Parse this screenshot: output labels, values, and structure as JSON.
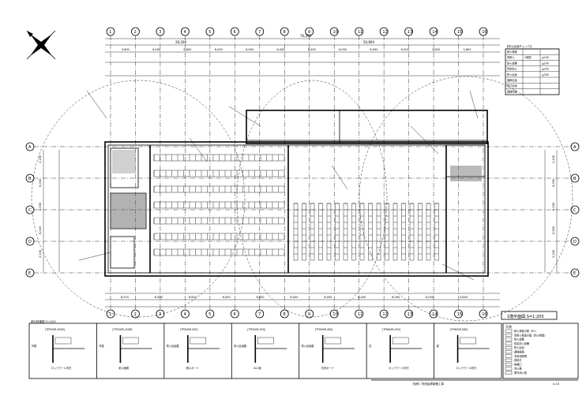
{
  "drawing": {
    "scale_label": "1階平面図 S=1:200",
    "overall_dimension": "76,200",
    "half_dimension_left": "28,200",
    "half_dimension_right": "50,800",
    "grid_labels_top": [
      "1",
      "2",
      "3",
      "4",
      "5",
      "6",
      "7",
      "8",
      "9",
      "10",
      "11",
      "12",
      "13",
      "14",
      "15",
      "16"
    ],
    "grid_labels_side": [
      "A",
      "B",
      "C",
      "D",
      "E"
    ],
    "top_dims": [
      "3,600",
      "6,000",
      "6,800",
      "6,000",
      "6,000",
      "6,000",
      "6,000",
      "6,000",
      "6,000",
      "6,000",
      "4,800",
      "3,600"
    ],
    "bottom_dims": [
      "6,570",
      "6,500",
      "6,000",
      "6,000",
      "6,000",
      "6,000",
      "6,000",
      "6,000",
      "6,000",
      "6,000",
      "5,640"
    ],
    "side_dims": [
      "2,100",
      "6,000",
      "6,000",
      "6,000",
      "2,100"
    ],
    "north_arrow": "north-arrow-icon"
  },
  "legend": {
    "title": "凡例",
    "rows": [
      "耐火構造の壁（RC）",
      "準耐火構造の壁（防火構造）",
      "防火設備",
      "特定防火設備",
      "防火区画",
      "避難経路",
      "非常用照明",
      "誘導灯",
      "排煙口",
      "消火器",
      "屋内消火栓"
    ]
  },
  "key_table": {
    "title": "【防火区画チェック】",
    "rows": [
      [
        "耐火構造",
        "",
        ""
      ],
      [
        "準耐火",
        "1時間",
        "≧100"
      ],
      [
        "防火設備",
        "",
        "≧200"
      ],
      [
        "特定防火",
        "",
        "≧200"
      ],
      [
        "防火区画",
        "",
        "≧300"
      ],
      [
        "面積区画",
        "",
        ""
      ],
      [
        "竪穴区画",
        "",
        ""
      ],
      [
        "異種用途",
        "",
        ""
      ]
    ]
  },
  "details": {
    "section_title": "部分詳細図 S=1/20",
    "items": [
      {
        "code": "[TPI500R-450B]",
        "left": "外壁",
        "right": "ロックウール吹付"
      },
      {
        "code": "[TPI500R-420B]",
        "left": "外壁",
        "right": "耐火被覆"
      },
      {
        "code": "[TPI500R-550]",
        "left": "防火区画壁",
        "right": "耐火ボード"
      },
      {
        "code": "[TPI500R-550]",
        "left": "防火区画壁",
        "right": "ALC板"
      },
      {
        "code": "[TPI500R-490]",
        "left": "防火区画壁",
        "right": "石膏ボード"
      },
      {
        "code": "[TPI600R-490]",
        "left": "柱",
        "right": "ロックウール吹付"
      },
      {
        "code": "[TPI600R-580]",
        "left": "梁",
        "right": "ロックウール吹付"
      }
    ]
  },
  "title_block": {
    "project": "（仮称）物流倉庫新築工事",
    "drawing_no": "A-10"
  }
}
